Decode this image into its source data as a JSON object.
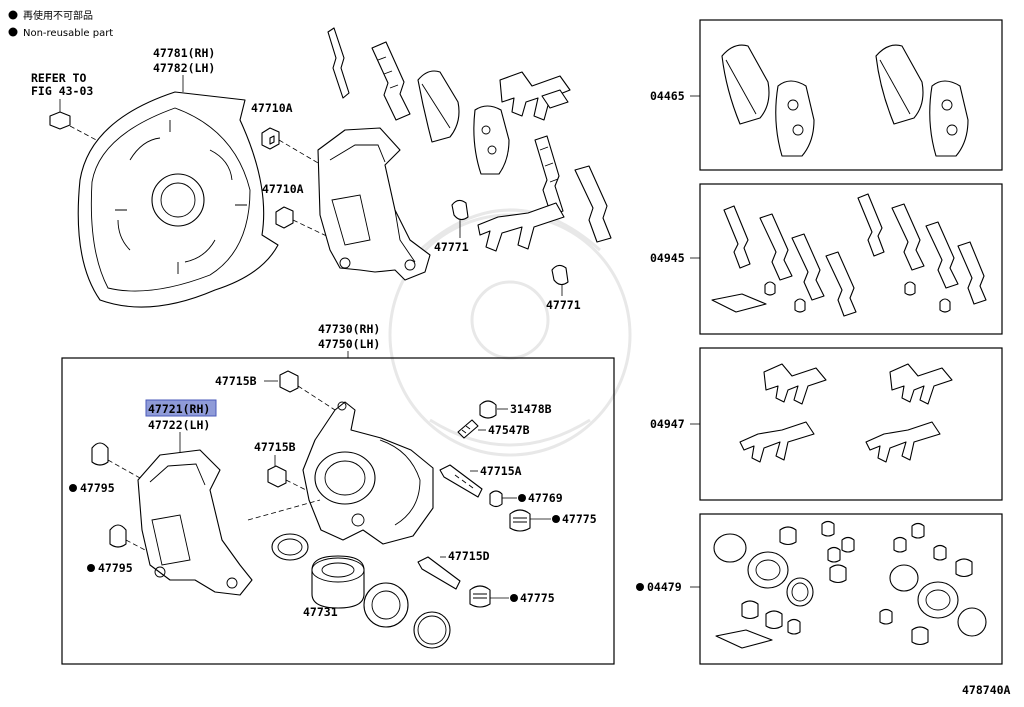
{
  "legend": {
    "symbol": "●",
    "text_jp": "再使用不可部品",
    "text_en": "Non-reusable part"
  },
  "refer": {
    "line1": "REFER TO",
    "line2": "FIG 43-03"
  },
  "labels": {
    "p47781": "47781(RH)",
    "p47782": "47782(LH)",
    "p47710a_1": "47710A",
    "p47710a_2": "47710A",
    "p47771_1": "47771",
    "p47771_2": "47771",
    "p47730": "47730(RH)",
    "p47750": "47750(LH)",
    "p47715b_1": "47715B",
    "p47721": "47721(RH)",
    "p47722": "47722(LH)",
    "p31478b": "31478B",
    "p47547b": "47547B",
    "p47715b_2": "47715B",
    "p47715a": "47715A",
    "p47769": "47769",
    "p47795_1": "47795",
    "p47775_1": "47775",
    "p47795_2": "47795",
    "p47715d": "47715D",
    "p47731": "47731",
    "p47775_2": "47775",
    "p04465": "04465",
    "p04945": "04945",
    "p04947": "04947",
    "p04479": "04479"
  },
  "highlight_color": "#8f9bd8",
  "footer_code": "478740A"
}
